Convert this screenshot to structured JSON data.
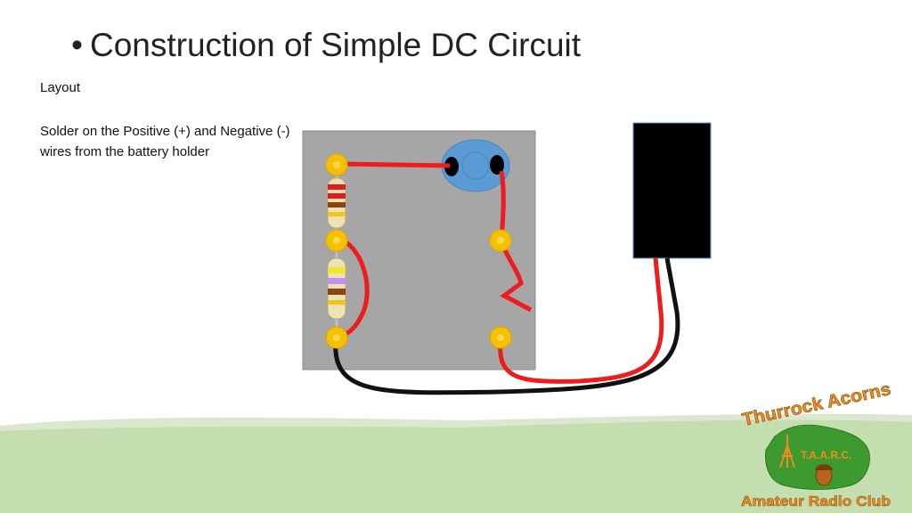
{
  "slide": {
    "bullet": "•",
    "title": "Construction of Simple DC Circuit",
    "subtitle": "Layout",
    "instruction": "Solder on the Positive (+)  and Negative (-) wires from the battery holder"
  },
  "logo": {
    "arc_text": "Thurrock Acorns",
    "badge_text": "T.A.A.R.C.",
    "club_name": "Amateur Radio Club"
  },
  "colors": {
    "board": "#a6a6a6",
    "pad": "#f5c000",
    "wire_positive": "#ee1c1c",
    "wire_negative": "#111111",
    "switch": "#5b9bd5",
    "battery_holder": "#000000",
    "ground_green": "#c5deb0",
    "logo_orange": "#f08c1e",
    "logo_green": "#3c9a2e"
  }
}
